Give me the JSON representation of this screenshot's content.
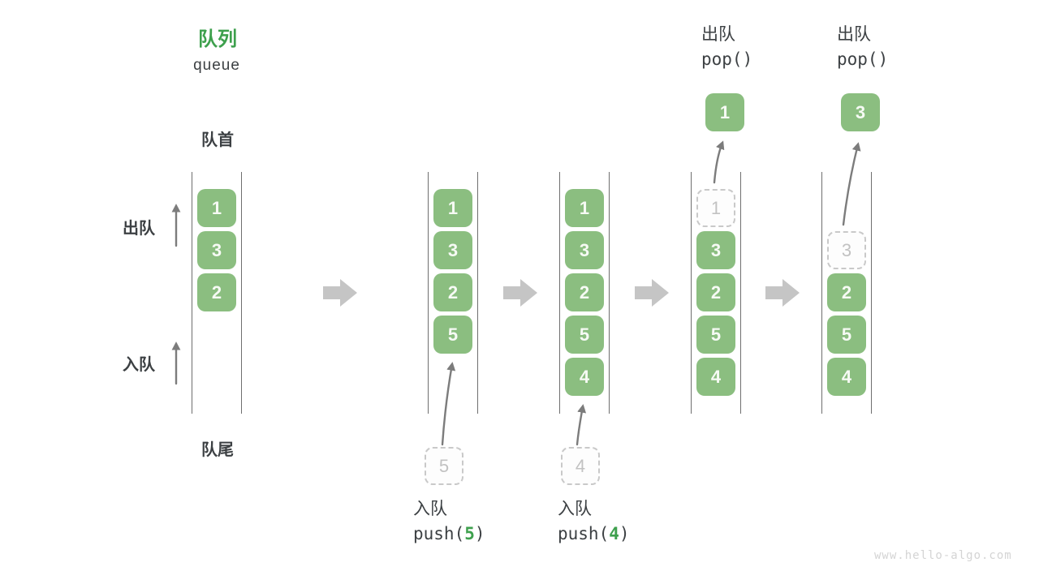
{
  "legend": {
    "title_zh": "队列",
    "title_en": "queue",
    "front": "队首",
    "rear": "队尾",
    "dequeue": "出队",
    "enqueue": "入队"
  },
  "states": [
    {
      "cells": [
        {
          "v": "1",
          "slot": 0
        },
        {
          "v": "3",
          "slot": 1
        },
        {
          "v": "2",
          "slot": 2
        }
      ]
    },
    {
      "cells": [
        {
          "v": "1",
          "slot": 0
        },
        {
          "v": "3",
          "slot": 1
        },
        {
          "v": "2",
          "slot": 2
        },
        {
          "v": "5",
          "slot": 3
        }
      ]
    },
    {
      "cells": [
        {
          "v": "1",
          "slot": 0
        },
        {
          "v": "3",
          "slot": 1
        },
        {
          "v": "2",
          "slot": 2
        },
        {
          "v": "5",
          "slot": 3
        },
        {
          "v": "4",
          "slot": 4
        }
      ]
    },
    {
      "cells": [
        {
          "v": "1",
          "slot": 0,
          "ghost": true
        },
        {
          "v": "3",
          "slot": 1
        },
        {
          "v": "2",
          "slot": 2
        },
        {
          "v": "5",
          "slot": 3
        },
        {
          "v": "4",
          "slot": 4
        }
      ]
    },
    {
      "cells": [
        {
          "v": "3",
          "slot": 1,
          "ghost": true
        },
        {
          "v": "2",
          "slot": 2
        },
        {
          "v": "5",
          "slot": 3
        },
        {
          "v": "4",
          "slot": 4
        }
      ]
    }
  ],
  "operations": {
    "push": [
      {
        "zh": "入队",
        "fn": "push(",
        "arg": "5",
        "close": ")",
        "staged_value": "5"
      },
      {
        "zh": "入队",
        "fn": "push(",
        "arg": "4",
        "close": ")",
        "staged_value": "4"
      }
    ],
    "pop": [
      {
        "zh": "出队",
        "fn": "pop()",
        "value": "1"
      },
      {
        "zh": "出队",
        "fn": "pop()",
        "value": "3"
      }
    ]
  },
  "watermark": "www.hello-algo.com",
  "colors": {
    "green_box": "#8BBE80",
    "green_accent": "#3EA04D",
    "cell_text": "#F6FAF4",
    "text_dark": "#3C4043",
    "ghost_border": "#C9C9C9",
    "ghost_text": "#C2C2C2",
    "line_gray": "#6F6F6F",
    "arrow_thin": "#7C7C7C",
    "arrow_block": "#C5C5C5",
    "watermark_gray": "#D4D4D4"
  }
}
